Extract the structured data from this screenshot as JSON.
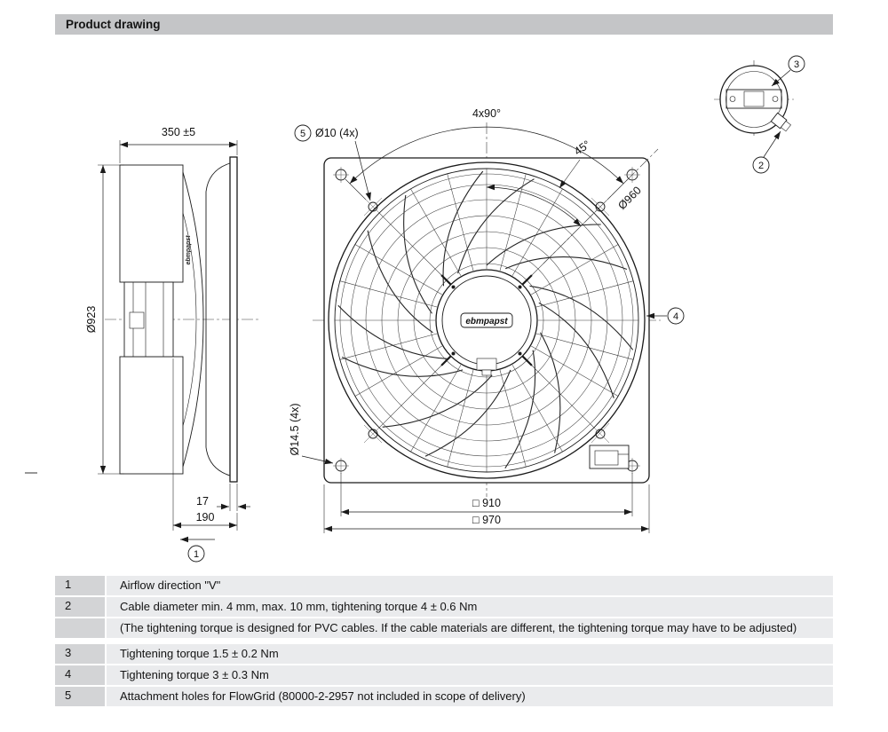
{
  "header": {
    "title": "Product drawing"
  },
  "side_view": {
    "dim_depth": "350 ±5",
    "dim_diameter": "Ø923",
    "dim_flange": "17",
    "dim_motor_depth": "190",
    "callout_airflow": "1",
    "brand": "ebmpapst"
  },
  "front_view": {
    "callout_hole_note": "5",
    "dim_flowgrid_holes": "Ø10 (4x)",
    "dim_hole_pattern": "4x90°",
    "dim_hole_angle": "45°",
    "dim_bolt_circle": "Ø960",
    "dim_mounting_holes": "Ø14.5 (4x)",
    "dim_hole_pitch": "□ 910",
    "dim_plate_size": "□ 970",
    "callout_guard": "4",
    "brand": "ebmpapst"
  },
  "detail_view": {
    "callout_terminal": "3",
    "callout_gland": "2"
  },
  "notes": {
    "rows": [
      {
        "num": "1",
        "text": "Airflow direction \"V\""
      },
      {
        "num": "2",
        "text": "Cable diameter min. 4 mm, max. 10 mm, tightening torque 4 ± 0.6 Nm"
      },
      {
        "num": "",
        "text": "(The tightening torque is designed for PVC cables. If the cable materials are different, the tightening torque may have to be adjusted)"
      },
      {
        "num": "3",
        "text": "Tightening torque 1.5 ± 0.2 Nm"
      },
      {
        "num": "4",
        "text": "Tightening torque 3 ± 0.3 Nm"
      },
      {
        "num": "5",
        "text": "Attachment holes for FlowGrid (80000-2-2957 not included in scope of delivery)"
      }
    ]
  },
  "colors": {
    "header_bg": "#c4c5c7",
    "row_num_bg": "#d3d4d6",
    "row_text_bg": "#eaebed",
    "line": "#1a1a1a"
  }
}
